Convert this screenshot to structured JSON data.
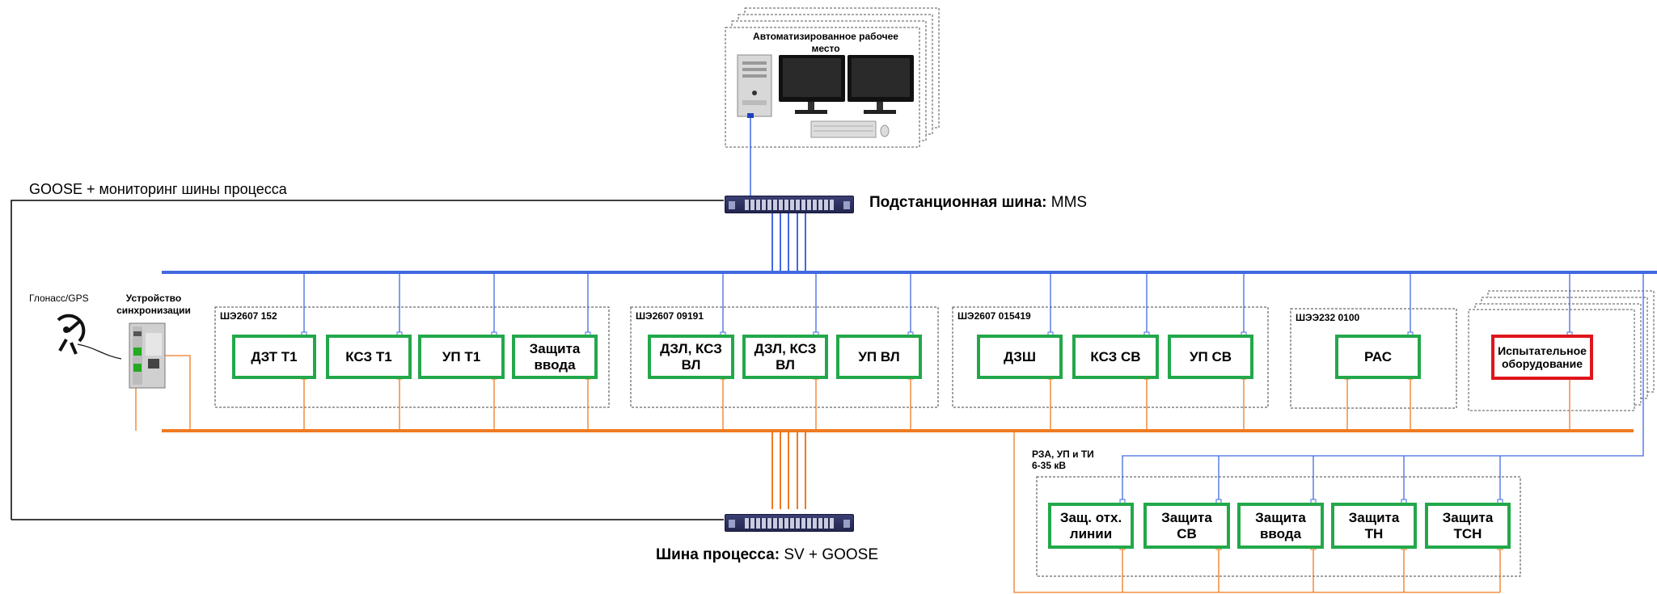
{
  "workstation": {
    "title": "Автоматизированное рабочее\nместо"
  },
  "station_bus": {
    "name": "Подстанционная шина:",
    "protocol": " MMS",
    "color": "#4169e1"
  },
  "process_bus": {
    "name": "Шина процесса:",
    "protocol": " SV + GOOSE",
    "color": "#f07a20"
  },
  "goose_line": {
    "label": "GOOSE + мониторинг шины процесса"
  },
  "sync": {
    "gps_label": "Глонасс/GPS",
    "device_label": "Устройство\nсинхронизации"
  },
  "cabinets": [
    {
      "label": "ШЭ2607 152",
      "devices": [
        "ДЗТ Т1",
        "КСЗ Т1",
        "УП Т1",
        "Защита\nввода"
      ]
    },
    {
      "label": "ШЭ2607 09191",
      "devices": [
        "ДЗЛ, КСЗ\nВЛ",
        "ДЗЛ, КСЗ\nВЛ",
        "УП ВЛ"
      ]
    },
    {
      "label": "ШЭ2607 015419",
      "devices": [
        "ДЗШ",
        "КСЗ СВ",
        "УП СВ"
      ]
    },
    {
      "label": "ШЭЭ232 0100",
      "devices": [
        "РАС"
      ]
    },
    {
      "label": "",
      "devices": [
        "Испытательное\nоборудование"
      ]
    }
  ],
  "rza_group": {
    "label": "РЗА, УП и ТИ\n6-35 кВ",
    "devices": [
      "Защ. отх.\nлинии",
      "Защита\nСВ",
      "Защита\nввода",
      "Защита\nТН",
      "Защита\nТСН"
    ]
  },
  "colors": {
    "device_border": "#22a84a",
    "test_border": "#e0141c"
  }
}
